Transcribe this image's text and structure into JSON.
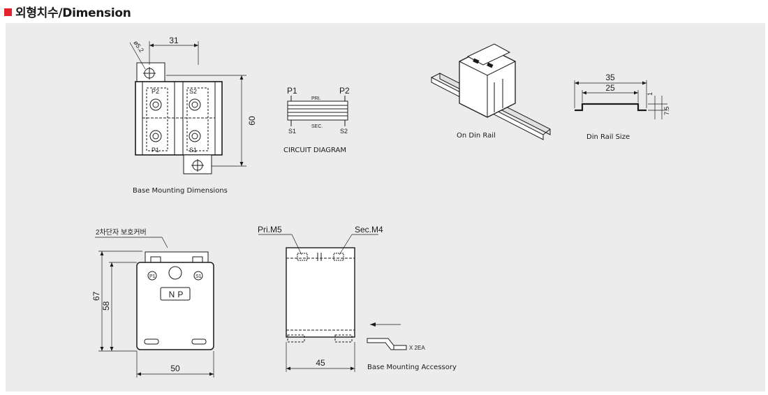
{
  "header": {
    "title": "외형치수/Dimension",
    "accent_color": "#e3222b"
  },
  "panel": {
    "background": "#ececec"
  },
  "base_mounting": {
    "caption": "Base Mounting Dimensions",
    "dim_width": "31",
    "dim_height": "60",
    "hole_diameter": "ø5.2",
    "terminal_top_left": "P2",
    "terminal_top_right": "S2",
    "terminal_bottom_left": "P1",
    "terminal_bottom_right": "S1"
  },
  "circuit": {
    "caption": "CIRCUIT DIAGRAM",
    "p1": "P1",
    "p2": "P2",
    "pri": "PRI.",
    "sec": "SEC.",
    "s1": "S1",
    "s2": "S2"
  },
  "din_rail": {
    "caption": "On Din Rail"
  },
  "din_rail_size": {
    "caption": "Din Rail Size",
    "dim_outer": "35",
    "dim_inner": "25",
    "dim_thickness": "1",
    "dim_height": "7.5"
  },
  "front_view": {
    "cover_label": "2차단자 보호커버",
    "dim_height_total": "67",
    "dim_height_body": "58",
    "dim_width": "50",
    "nameplate": "NP",
    "terminal_p1": "P1",
    "terminal_s1": "S1"
  },
  "side_view": {
    "pri_label": "Pri.M5",
    "sec_label": "Sec.M4",
    "dim_width": "45",
    "accessory_caption": "Base Mounting Accessory",
    "accessory_qty": "X 2EA"
  }
}
